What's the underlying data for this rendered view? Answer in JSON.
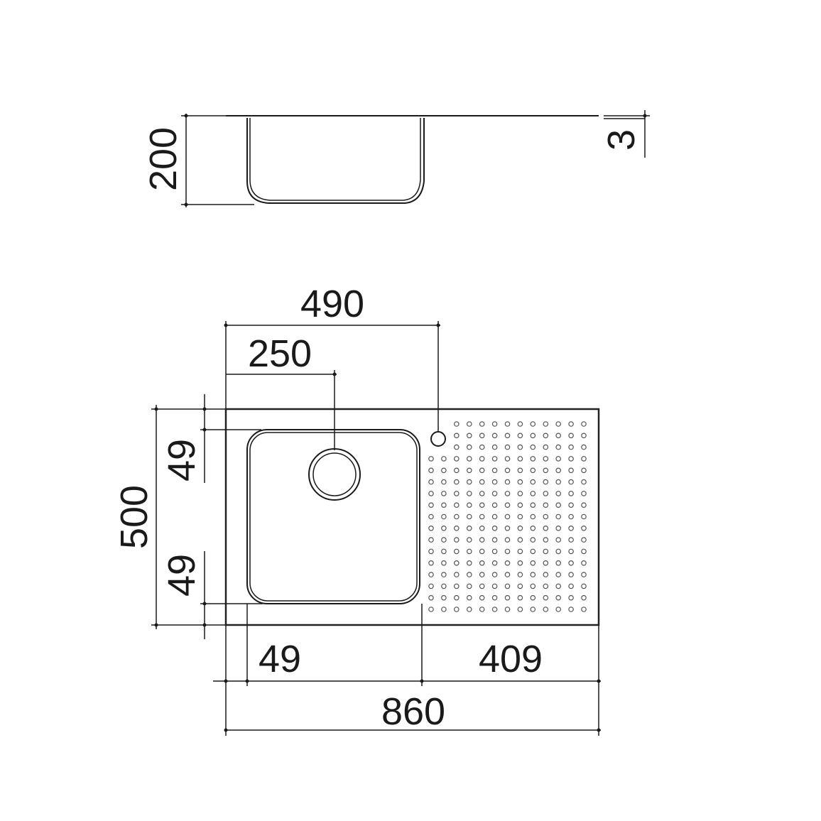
{
  "side_view": {
    "height": "200",
    "lip": "3"
  },
  "top_view": {
    "overall_width": "860",
    "overall_depth": "500",
    "bowl_span": "490",
    "drain_offset": "250",
    "margin_top": "49",
    "margin_bottom": "49",
    "margin_left": "49",
    "drainer_width": "409"
  },
  "colors": {
    "line": "#1a1a1a",
    "dots": "#555555",
    "background": "#ffffff"
  }
}
